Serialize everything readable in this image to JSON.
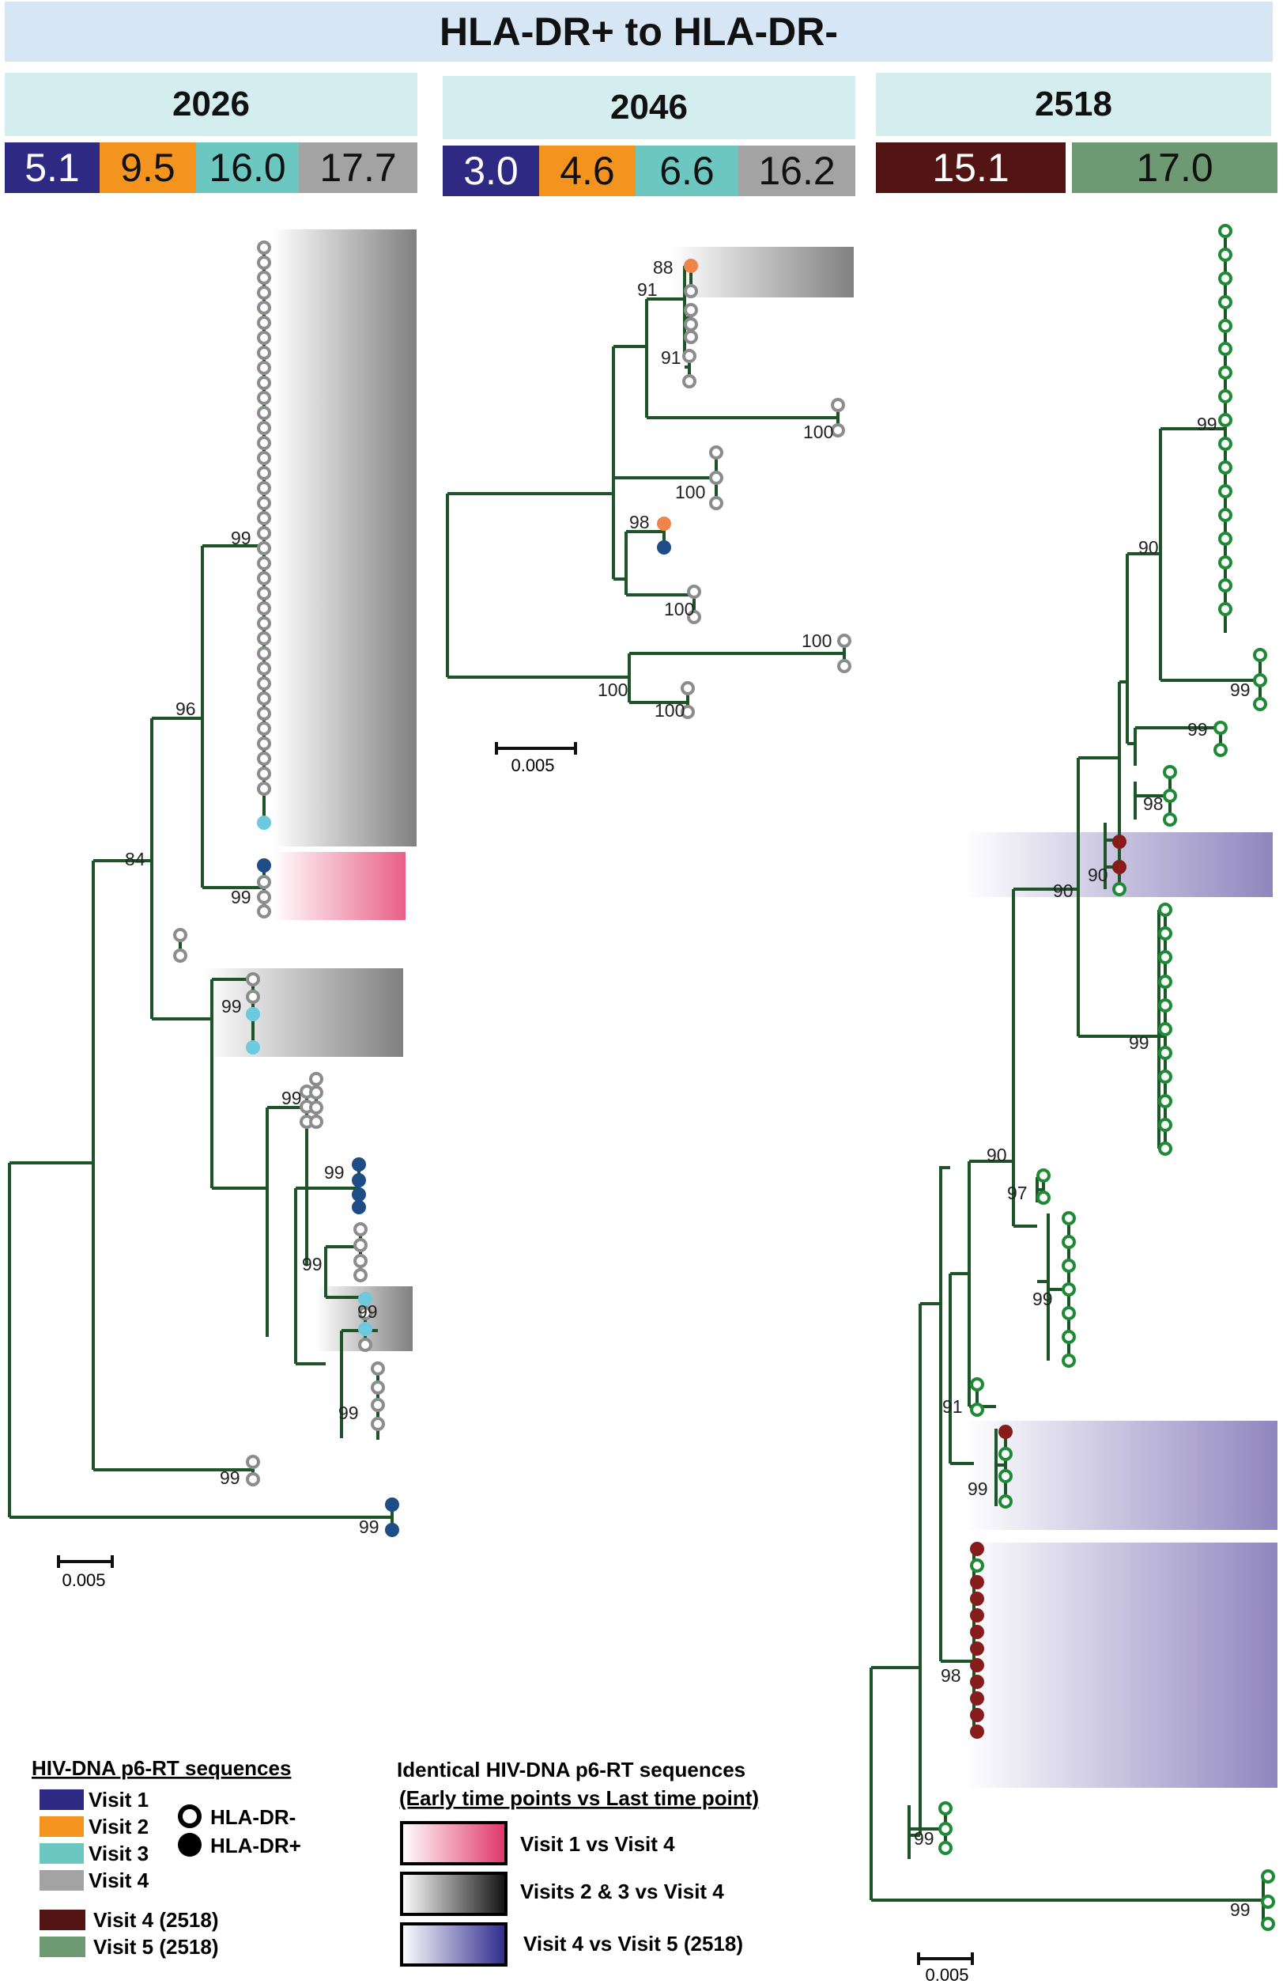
{
  "title": "HLA-DR+ to HLA-DR-",
  "colors": {
    "branch": "#1e5528",
    "v1": "#2e2a84",
    "v2": "#f3941e",
    "v3": "#6cc7c1",
    "v4": "#a3a3a3",
    "v4_2518": "#531414",
    "v5_2518": "#6d9a72",
    "tip_grey": "#8c8c8c",
    "tip_green": "#1f8a36",
    "fill_orange": "#f0844b",
    "fill_darkblue": "#1d4c87",
    "fill_cyan": "#6cc9de",
    "fill_darkred": "#861c1c"
  },
  "patients": [
    {
      "id": "2026",
      "visits": [
        "5.1",
        "9.5",
        "16.0",
        "17.7"
      ]
    },
    {
      "id": "2046",
      "visits": [
        "3.0",
        "4.6",
        "6.6",
        "16.2"
      ]
    },
    {
      "id": "2518",
      "visits": [
        "15.1",
        "17.0"
      ]
    }
  ],
  "trees": {
    "t2026": {
      "bootstrap": [
        "99",
        "96",
        "84",
        "99",
        "99",
        "99",
        "99",
        "99",
        "99",
        "99",
        "99",
        "99"
      ],
      "scale": "0.005"
    },
    "t2046": {
      "bootstrap": [
        "88",
        "91",
        "91",
        "100",
        "100",
        "98",
        "100",
        "100",
        "100",
        "100"
      ],
      "scale": "0.005"
    },
    "t2518": {
      "bootstrap": [
        "99",
        "90",
        "99",
        "99",
        "98",
        "90",
        "90",
        "99",
        "90",
        "97",
        "99",
        "91",
        "99",
        "98",
        "99",
        "99"
      ],
      "scale": "0.005"
    }
  },
  "legend1": {
    "title": "HIV-DNA p6-RT sequences",
    "items": [
      "Visit 1",
      "Visit 2",
      "Visit 3",
      "Visit 4"
    ],
    "shapes": [
      "HLA-DR-",
      "HLA-DR+"
    ],
    "items2518": [
      "Visit 4 (2518)",
      "Visit 5 (2518)"
    ]
  },
  "legend2": {
    "title": "Identical HIV-DNA p6-RT sequences",
    "subtitle": "(Early time points vs Last time point)",
    "items": [
      "Visit 1 vs Visit 4",
      "Visits 2 & 3 vs Visit 4",
      "Visit 4 vs Visit 5 (2518)"
    ]
  }
}
